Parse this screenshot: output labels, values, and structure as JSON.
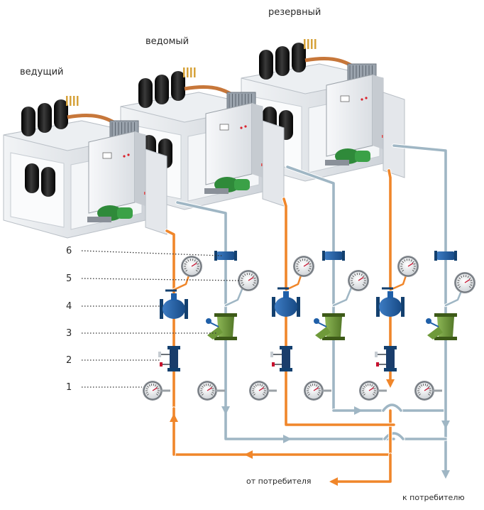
{
  "units": {
    "lead": "ведущий",
    "slave": "ведомый",
    "reserve": "резервный"
  },
  "callouts": [
    "6",
    "5",
    "4",
    "3",
    "2",
    "1"
  ],
  "flows": {
    "return": "от потребителя",
    "supply": "к потребителю"
  },
  "colors": {
    "hot_pipe": "#f0862a",
    "cold_pipe": "#9fb6c4",
    "valve_blue": "#1f5fa8",
    "filter_green": "#6f9a3a",
    "frame": "#dfe3e8",
    "panel": "#eef0f3",
    "compressor": "#1a1a1a",
    "copper": "#c7773a",
    "pump_green": "#2f8a3a"
  },
  "icons": [
    "gauge-icon",
    "butterfly-valve-icon",
    "strainer-icon",
    "ball-valve-icon",
    "flow-arrow-icon"
  ]
}
